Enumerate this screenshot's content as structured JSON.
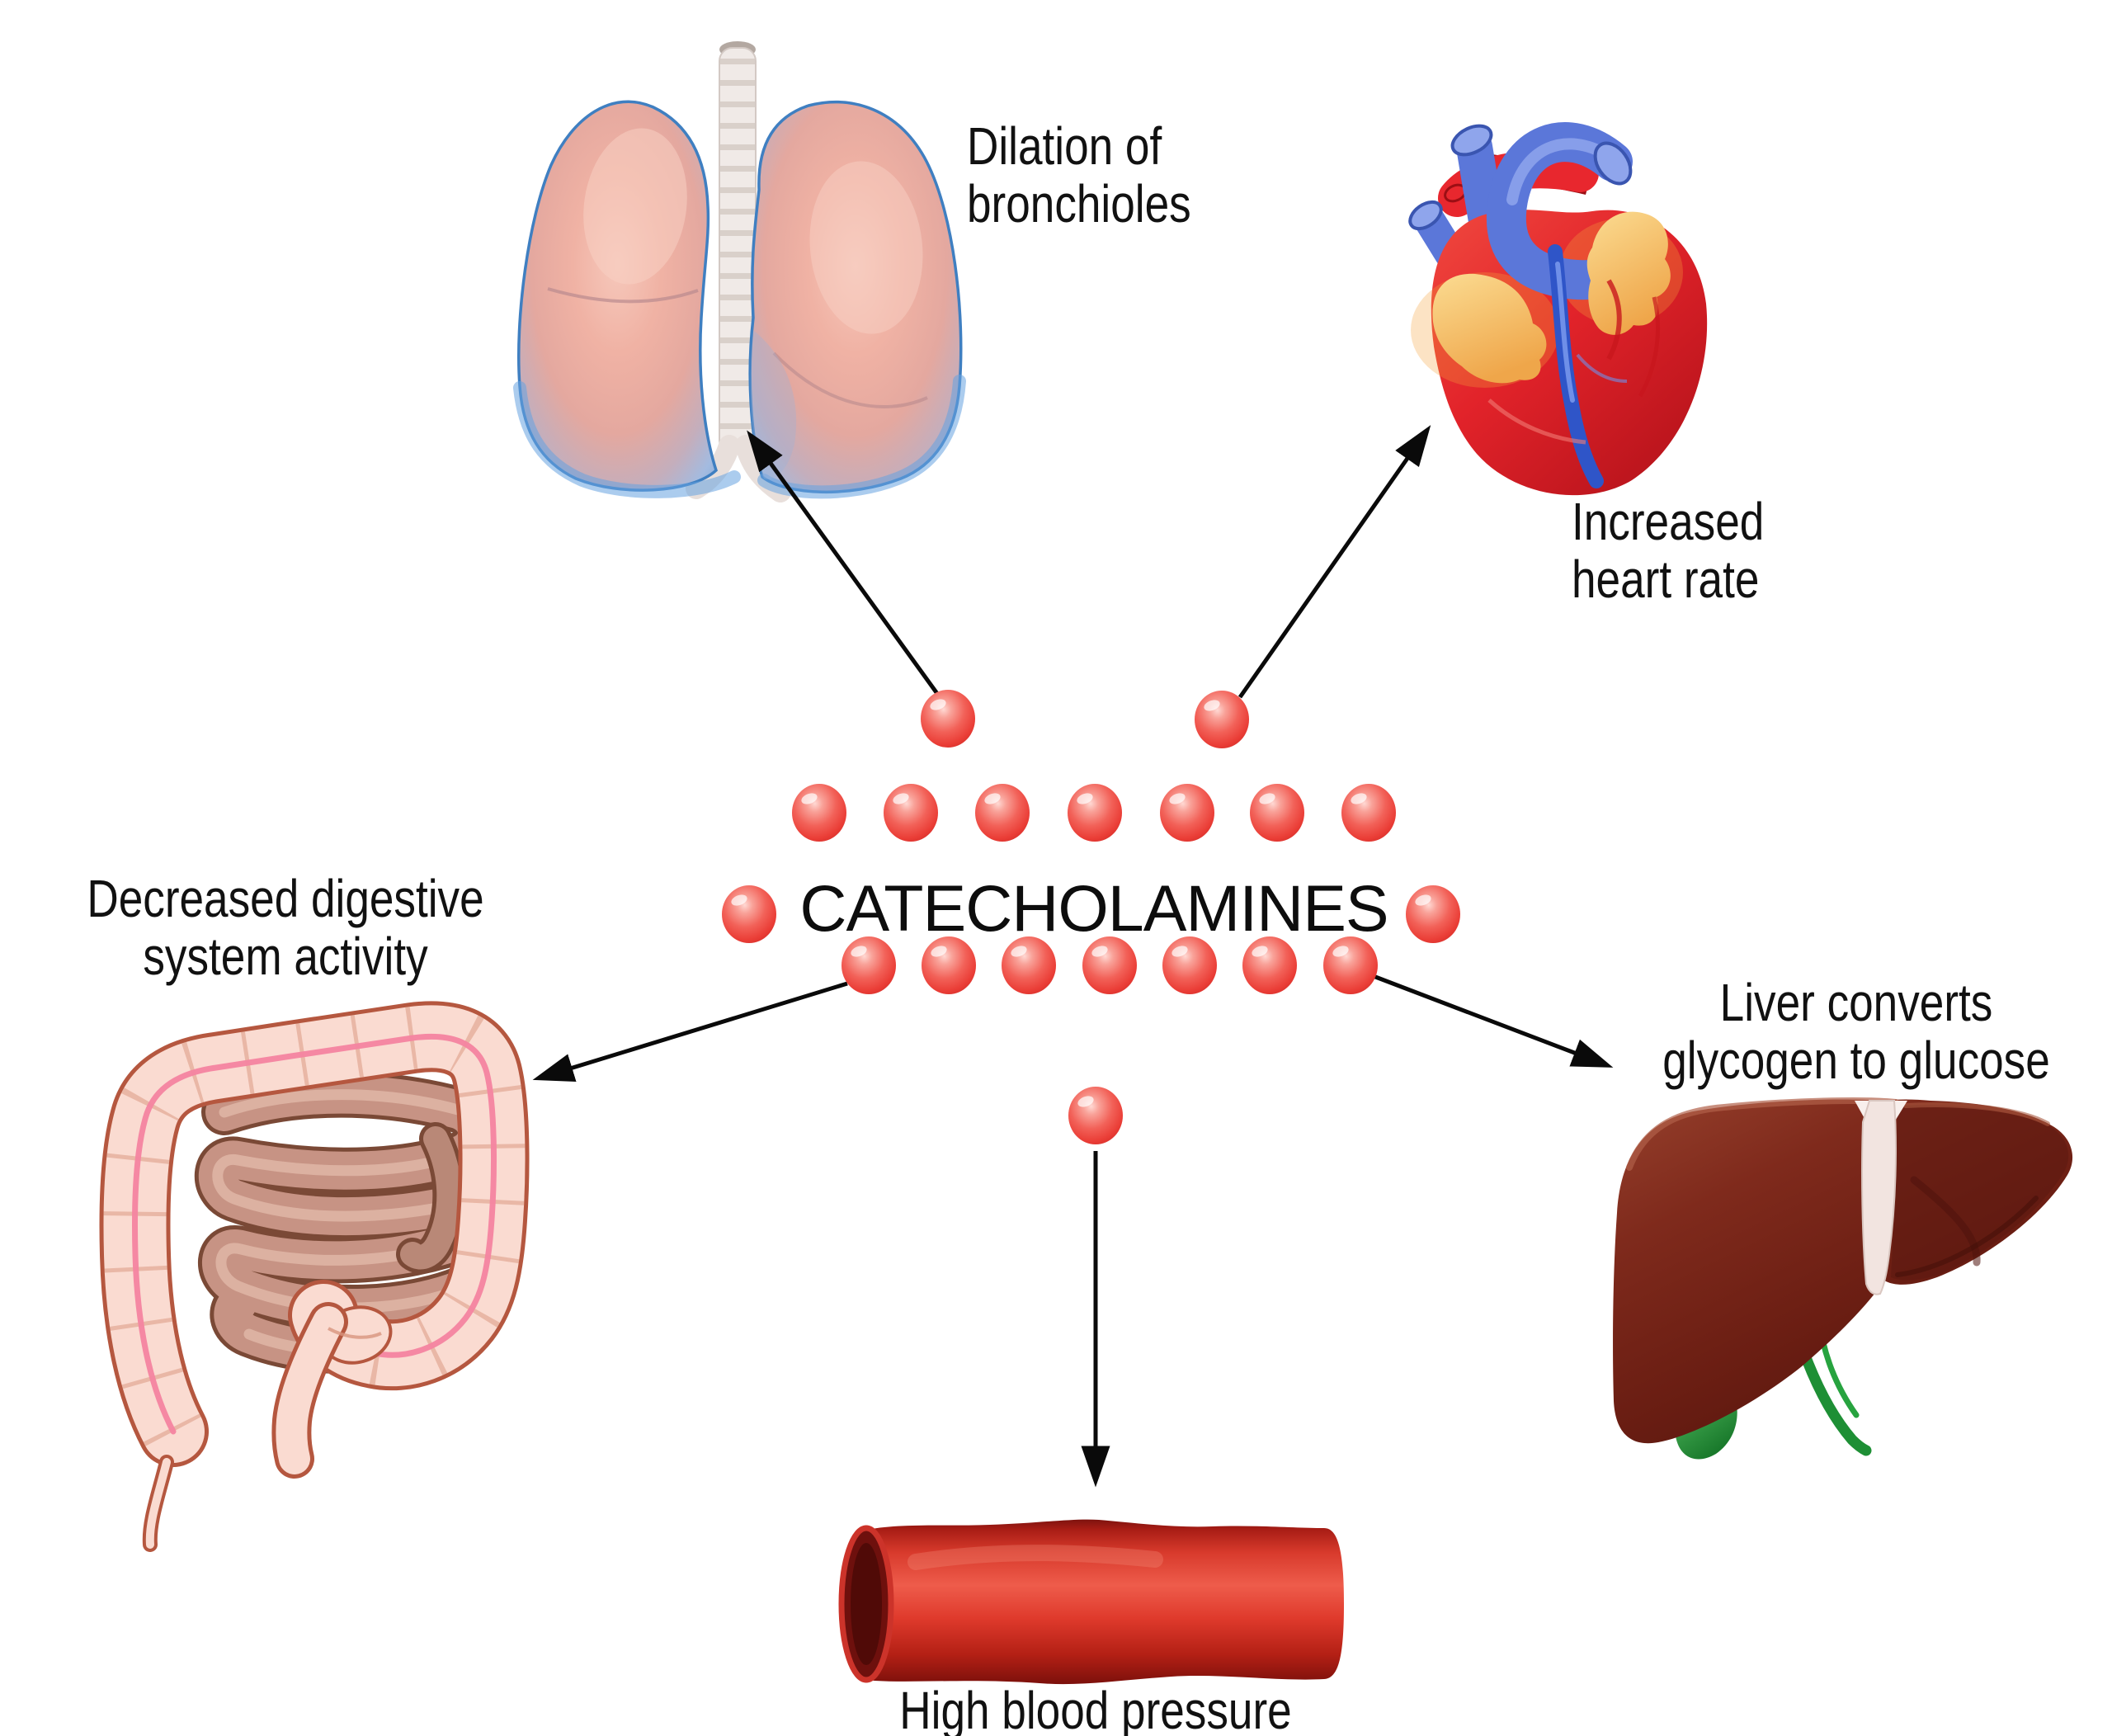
{
  "diagram": {
    "title": "CATECHOLAMINES",
    "effects": [
      {
        "organ": "lungs",
        "label": "Dilation of\nbronchioles"
      },
      {
        "organ": "heart",
        "label": "Increased\nheart rate"
      },
      {
        "organ": "digestive-system",
        "label": "Decreased digestive\nsystem activity"
      },
      {
        "organ": "liver",
        "label": "Liver converts\nglycogen to glucose"
      },
      {
        "organ": "blood-vessel",
        "label": "High blood pressure"
      }
    ],
    "colors": {
      "background": "#ffffff",
      "dot_red": "#ee4b42",
      "arrow_black": "#0a0a0a",
      "label_text": "#111111",
      "lung_outline_blue": "#3f7fc1",
      "lung_pink": "#efac9f",
      "heart_red": "#e2232a",
      "heart_vessel_blue": "#5b77d9",
      "heart_fat_yellow": "#f5c063",
      "intestine_pink": "#fadbd1",
      "intestine_outline_brown": "#b5573f",
      "small_intestine_brown": "#c79384",
      "liver_dark_brown": "#6b1e13",
      "gallbladder_green": "#2e9e3f",
      "blood_vessel_red": "#d83a2c"
    }
  }
}
